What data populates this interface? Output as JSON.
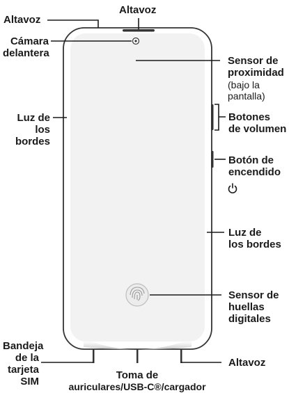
{
  "labels": {
    "speaker_top_left": "Altavoz",
    "speaker_top": "Altavoz",
    "front_camera_1": "Cámara",
    "front_camera_2": "delantera",
    "proximity_1": "Sensor de",
    "proximity_2": "proximidad",
    "proximity_3": "(bajo la",
    "proximity_4": "pantalla)",
    "edge_light_left_1": "Luz de",
    "edge_light_left_2": "los",
    "edge_light_left_3": "bordes",
    "volume_1": "Botones",
    "volume_2": "de volumen",
    "power_1": "Botón de",
    "power_2": "encendido",
    "edge_light_right_1": "Luz de",
    "edge_light_right_2": "los bordes",
    "fingerprint_1": "Sensor de",
    "fingerprint_2": "huellas",
    "fingerprint_3": "digitales",
    "sim_1": "Bandeja",
    "sim_2": "de la",
    "sim_3": "tarjeta",
    "sim_4": "SIM",
    "speaker_bottom": "Altavoz",
    "port_1": "Toma de",
    "port_2": "auriculares/USB-C®/cargador"
  },
  "icons": {
    "power": "power-icon",
    "fingerprint": "fingerprint-icon",
    "camera": "camera-lens-icon"
  },
  "colors": {
    "phone_outline": "#333333",
    "screen_fill": "#f2f2f2",
    "text": "#1a1a1a"
  }
}
